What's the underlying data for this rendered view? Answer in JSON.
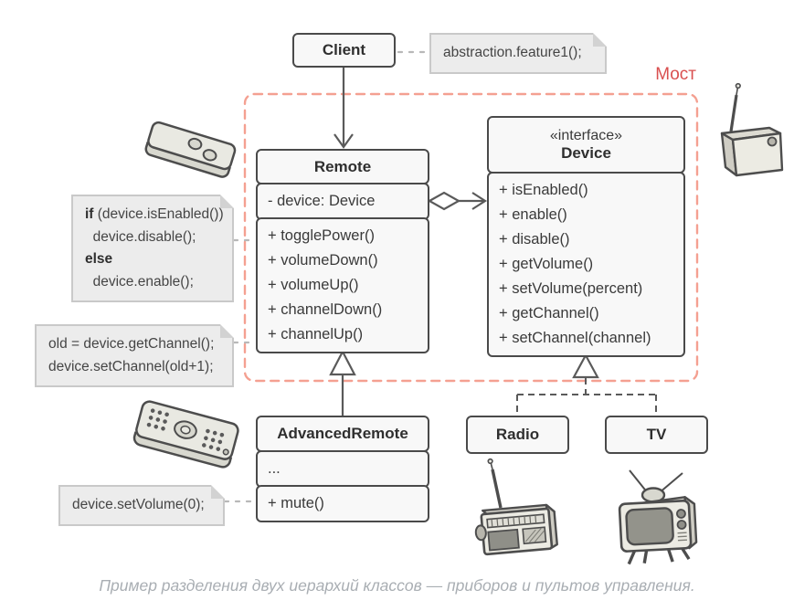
{
  "colors": {
    "red_border": "#f4a091",
    "red_label": "#d94f4f",
    "box_border": "#4a4a4a",
    "box_fill": "#f8f8f8",
    "note_fill": "#ececec",
    "note_border": "#c9c9c9",
    "text": "#3a3a3a",
    "muted_text": "#a9aeb3",
    "connector": "#5a5a5a",
    "note_connector": "#b8b8b8"
  },
  "bridge": {
    "label": "Мост"
  },
  "classes": {
    "client": {
      "title": "Client"
    },
    "remote": {
      "title": "Remote",
      "attributes": [
        "- device: Device"
      ],
      "methods": [
        "+ togglePower()",
        "+ volumeDown()",
        "+ volumeUp()",
        "+ channelDown()",
        "+ channelUp()"
      ]
    },
    "device": {
      "stereotype": "«interface»",
      "title": "Device",
      "methods": [
        "+ isEnabled()",
        "+ enable()",
        "+ disable()",
        "+ getVolume()",
        "+ setVolume(percent)",
        "+ getChannel()",
        "+ setChannel(channel)"
      ]
    },
    "advanced_remote": {
      "title": "AdvancedRemote",
      "attributes": [
        "..."
      ],
      "methods": [
        "+ mute()"
      ]
    },
    "radio": {
      "title": "Radio"
    },
    "tv": {
      "title": "TV"
    }
  },
  "notes": {
    "client_call": {
      "lines": [
        {
          "t": "abstraction.feature1();"
        }
      ]
    },
    "toggle_power": {
      "lines": [
        {
          "b": "if",
          "t": " (device.isEnabled())"
        },
        {
          "t": "  device.disable();"
        },
        {
          "b": "else"
        },
        {
          "t": "  device.enable();"
        }
      ]
    },
    "channel_up": {
      "lines": [
        {
          "t": "old = device.getChannel();"
        },
        {
          "t": "device.setChannel(old+1);"
        }
      ]
    },
    "mute": {
      "lines": [
        {
          "t": "device.setVolume(0);"
        }
      ]
    }
  },
  "icons": {
    "simple_remote": "simple-remote-icon",
    "advanced_remote": "advanced-remote-icon",
    "device_box": "device-box-icon",
    "radio": "radio-icon",
    "tv": "tv-icon"
  },
  "caption": "Пример разделения двух иерархий классов — приборов и пультов управления."
}
